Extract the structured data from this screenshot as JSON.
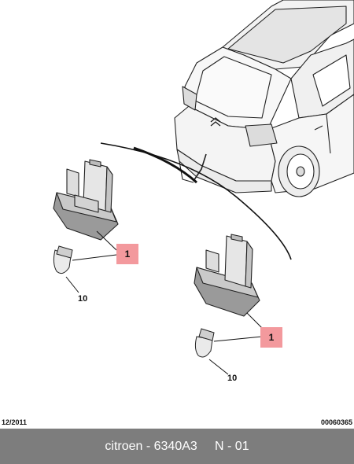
{
  "callouts": {
    "upper_left": "1",
    "lower_right": "1"
  },
  "part_numbers": {
    "bulb_left": "10",
    "bulb_right": "10"
  },
  "meta": {
    "date": "12/2011",
    "code": "00060365"
  },
  "footer": {
    "brand_ref": "citroen - 6340A3",
    "page": "N - 01"
  },
  "colors": {
    "callout_fill": "#f3999d",
    "footer_bg": "#7d7d7d"
  }
}
